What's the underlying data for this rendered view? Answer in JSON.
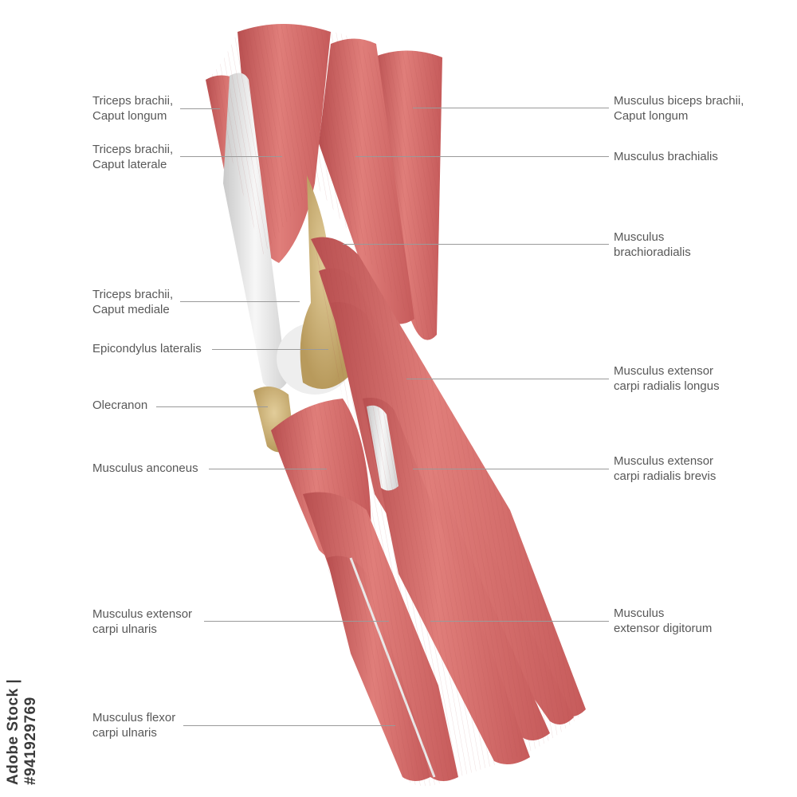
{
  "labels_left": [
    "Triceps brachii,\nCaput longum",
    "Triceps brachii,\nCaput laterale",
    "Triceps brachii,\nCaput mediale",
    "Epicondylus lateralis",
    "Olecranon",
    "Musculus anconeus",
    "Musculus extensor\ncarpi ulnaris",
    "Musculus flexor\ncarpi ulnaris"
  ],
  "labels_right": [
    "Musculus biceps brachii,\nCaput longum",
    "Musculus brachialis",
    "Musculus\nbrachioradialis",
    "Musculus extensor\ncarpi radialis longus",
    "Musculus extensor\ncarpi radialis brevis",
    "Musculus\nextensor digitorum"
  ],
  "watermark": "Adobe Stock | #941929769",
  "colors": {
    "muscle": "#d9706f",
    "muscle_shadow": "#b84f50",
    "muscle_highlight": "#f0a7a2",
    "tendon": "#e6e6e6",
    "bone": "#cdb27a",
    "leader": "#9a9a9a"
  }
}
